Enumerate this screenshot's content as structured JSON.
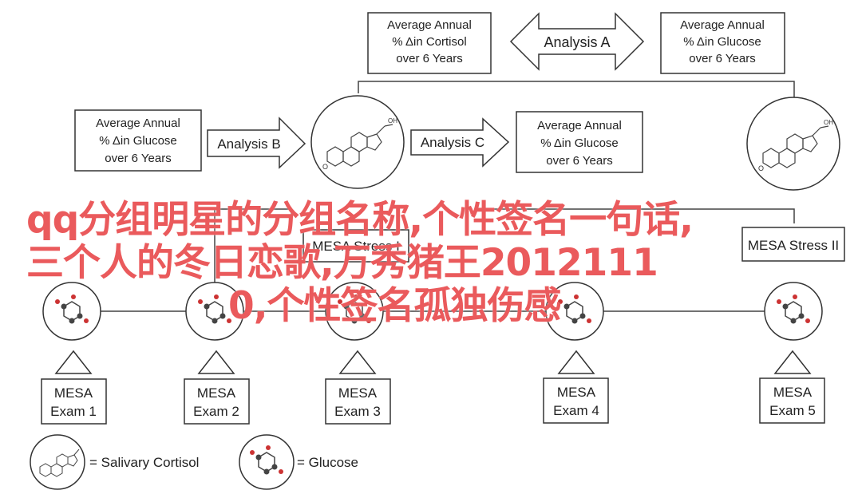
{
  "top_left_box": {
    "lines": [
      "Average Annual",
      "% Δin Cortisol",
      "over 6 Years"
    ]
  },
  "top_right_box": {
    "lines": [
      "Average Annual",
      "% Δin Glucose",
      "over 6 Years"
    ]
  },
  "analysis_a": "Analysis A",
  "mid_left_box": {
    "lines": [
      "Average Annual",
      "% Δin Glucose",
      "over 6 Years"
    ]
  },
  "analysis_b": "Analysis B",
  "analysis_c": "Analysis C",
  "mid_right_box": {
    "lines": [
      "Average Annual",
      "% Δin Glucose",
      "over 6 Years"
    ]
  },
  "stress_i": "MESA Stress I",
  "stress_ii": "MESA Stress II",
  "exams": [
    {
      "line1": "MESA",
      "line2": "Exam 1"
    },
    {
      "line1": "MESA",
      "line2": "Exam 2"
    },
    {
      "line1": "MESA",
      "line2": "Exam 3"
    },
    {
      "line1": "MESA",
      "line2": "Exam 4"
    },
    {
      "line1": "MESA",
      "line2": "Exam 5"
    }
  ],
  "legend": {
    "cortisol": "= Salivary Cortisol",
    "glucose": "= Glucose"
  },
  "overlay": {
    "line1": "qq分组明星的分组名称,个性签名一句话,",
    "line2": "三个人的冬日恋歌,万秀猪王2012111",
    "line3": "0,个性签名孤独伤感"
  },
  "colors": {
    "overlay_text": "#ea5a5c",
    "stroke": "#333333"
  }
}
